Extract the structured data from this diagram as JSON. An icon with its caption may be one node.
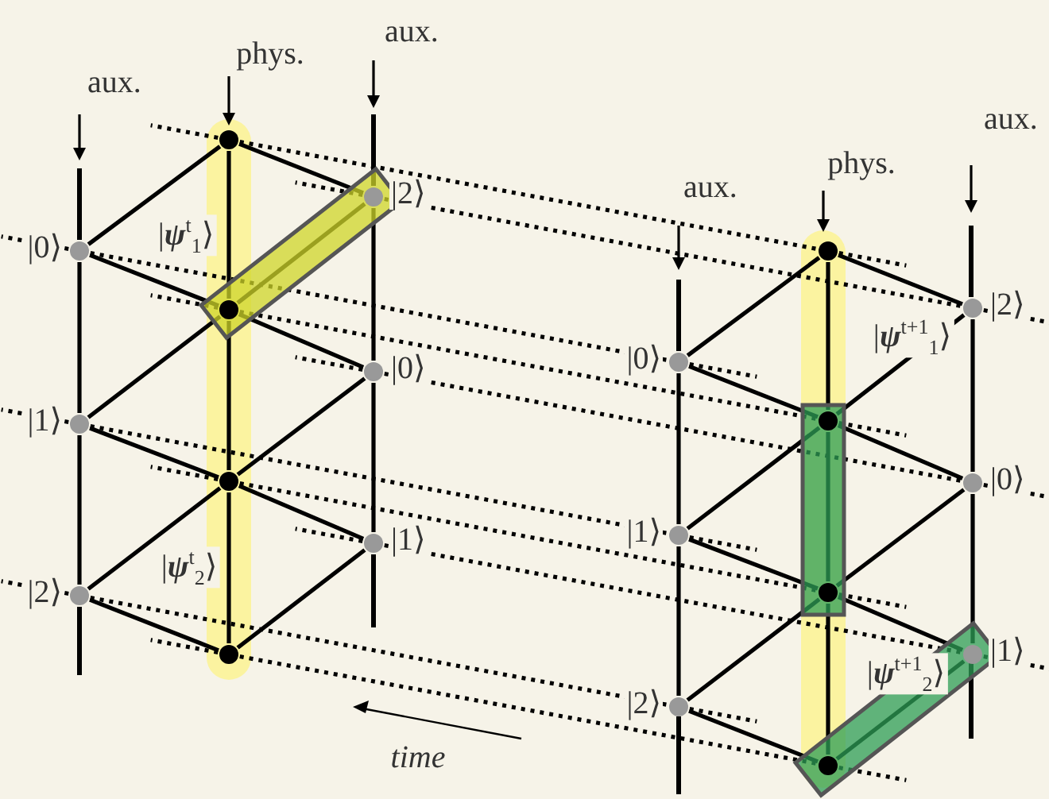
{
  "diagram": {
    "nodes": [
      {
        "text": [],
        "shape": "circle",
        "beside": [
          "|0⟩"
        ]
      },
      {
        "text": [],
        "shape": "circle",
        "beside": [
          "|1⟩"
        ]
      },
      {
        "text": [],
        "shape": "circle",
        "beside": [
          "|2⟩"
        ]
      },
      {
        "text": [],
        "shape": "circle"
      },
      {
        "text": [],
        "shape": "circle"
      },
      {
        "text": [],
        "shape": "circle"
      },
      {
        "text": [],
        "shape": "circle"
      },
      {
        "text": [],
        "shape": "circle",
        "beside": [
          "|2⟩"
        ]
      },
      {
        "text": [],
        "shape": "circle",
        "beside": [
          "|0⟩"
        ]
      },
      {
        "text": [],
        "shape": "circle",
        "beside": [
          "|1⟩"
        ]
      },
      {
        "text": [],
        "shape": "circle",
        "beside": [
          "|0⟩"
        ]
      },
      {
        "text": [],
        "shape": "circle",
        "beside": [
          "|1⟩"
        ]
      },
      {
        "text": [],
        "shape": "circle",
        "beside": [
          "|2⟩"
        ]
      },
      {
        "text": [],
        "shape": "circle"
      },
      {
        "text": [],
        "shape": "circle"
      },
      {
        "text": [],
        "shape": "circle"
      },
      {
        "text": [],
        "shape": "circle"
      },
      {
        "text": [],
        "shape": "circle",
        "beside": [
          "|2⟩"
        ]
      },
      {
        "text": [],
        "shape": "circle",
        "beside": [
          "|0⟩"
        ]
      },
      {
        "text": [],
        "shape": "circle",
        "beside": [
          "|1⟩"
        ]
      }
    ],
    "edges": [
      {
        "from": 0,
        "to": 3,
        "arrow": "none"
      },
      {
        "from": 3,
        "to": 7,
        "arrow": "none"
      },
      {
        "from": 0,
        "to": 4,
        "arrow": "none"
      },
      {
        "from": 4,
        "to": 8,
        "arrow": "none"
      },
      {
        "from": 1,
        "to": 4,
        "arrow": "none"
      },
      {
        "from": 4,
        "to": 7,
        "arrow": "none"
      },
      {
        "from": 1,
        "to": 5,
        "arrow": "none"
      },
      {
        "from": 5,
        "to": 9,
        "arrow": "none"
      },
      {
        "from": 5,
        "to": 8,
        "arrow": "none"
      },
      {
        "from": 2,
        "to": 5,
        "arrow": "none"
      },
      {
        "from": 2,
        "to": 6,
        "arrow": "none"
      },
      {
        "from": 6,
        "to": 9,
        "arrow": "none"
      },
      {
        "from": 10,
        "to": 13,
        "arrow": "none"
      },
      {
        "from": 13,
        "to": 17,
        "arrow": "none"
      },
      {
        "from": 10,
        "to": 14,
        "arrow": "none"
      },
      {
        "from": 14,
        "to": 18,
        "arrow": "none"
      },
      {
        "from": 11,
        "to": 14,
        "arrow": "none"
      },
      {
        "from": 14,
        "to": 17,
        "arrow": "none"
      },
      {
        "from": 11,
        "to": 15,
        "arrow": "none"
      },
      {
        "from": 15,
        "to": 19,
        "arrow": "none"
      },
      {
        "from": 15,
        "to": 18,
        "arrow": "none"
      },
      {
        "from": 12,
        "to": 15,
        "arrow": "none"
      },
      {
        "from": 12,
        "to": 16,
        "arrow": "none"
      },
      {
        "from": 16,
        "to": 19,
        "arrow": "none"
      },
      {
        "from": 0,
        "to": 10,
        "arrow": "none",
        "style": "dashed"
      },
      {
        "from": 1,
        "to": 11,
        "arrow": "none",
        "style": "dashed"
      },
      {
        "from": 2,
        "to": 12,
        "arrow": "none",
        "style": "dashed"
      },
      {
        "from": 3,
        "to": 13,
        "arrow": "none",
        "style": "dashed"
      },
      {
        "from": 4,
        "to": 14,
        "arrow": "none",
        "style": "dashed"
      },
      {
        "from": 5,
        "to": 15,
        "arrow": "none",
        "style": "dashed"
      },
      {
        "from": 6,
        "to": 16,
        "arrow": "none",
        "style": "dashed"
      },
      {
        "from": 7,
        "to": 17,
        "arrow": "none",
        "style": "dashed"
      },
      {
        "from": 8,
        "to": 18,
        "arrow": "none",
        "style": "dashed"
      },
      {
        "from": 9,
        "to": 19,
        "arrow": "none",
        "style": "dashed"
      },
      {
        "from": 0,
        "to": 1,
        "arrow": "none"
      },
      {
        "from": 1,
        "to": 2,
        "arrow": "none"
      },
      {
        "from": 3,
        "to": 4,
        "arrow": "none"
      },
      {
        "from": 4,
        "to": 5,
        "arrow": "none"
      },
      {
        "from": 5,
        "to": 6,
        "arrow": "none"
      },
      {
        "from": 7,
        "to": 8,
        "arrow": "none"
      },
      {
        "from": 8,
        "to": 9,
        "arrow": "none"
      },
      {
        "from": 10,
        "to": 11,
        "arrow": "none"
      },
      {
        "from": 11,
        "to": 12,
        "arrow": "none"
      },
      {
        "from": 13,
        "to": 14,
        "arrow": "none"
      },
      {
        "from": 14,
        "to": 15,
        "arrow": "none"
      },
      {
        "from": 15,
        "to": 16,
        "arrow": "none"
      },
      {
        "from": 17,
        "to": 18,
        "arrow": "none"
      },
      {
        "from": 18,
        "to": 19,
        "arrow": "none"
      }
    ],
    "labels": [
      "aux.",
      "phys.",
      "aux.",
      "aux.",
      "phys.",
      "aux.",
      "|**ψ**$^{t}$$_{1}$⟩",
      "|**ψ**$^{t+1}$$_{1}$⟩",
      "|**ψ**$^{t}$$_{2}$⟩",
      "|**ψ**$^{t+1}$$_{2}$⟩",
      "time"
    ]
  }
}
